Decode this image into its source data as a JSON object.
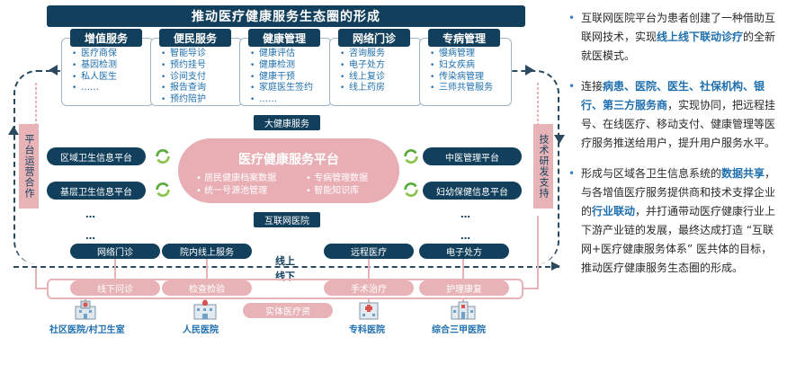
{
  "title": "推动医疗健康服务生态圈的形成",
  "service_groups": [
    {
      "header": "增值服务",
      "items": [
        "医疗商保",
        "基因检测",
        "私人医生",
        "……"
      ]
    },
    {
      "header": "便民服务",
      "items": [
        "智能导诊",
        "预约挂号",
        "诊间支付",
        "报告查询",
        "预约陪护"
      ]
    },
    {
      "header": "健康管理",
      "items": [
        "健康评估",
        "健康检测",
        "健康干预",
        "家庭医生签约",
        "……"
      ]
    },
    {
      "header": "网络门诊",
      "items": [
        "咨询服务",
        "电子处方",
        "线上复诊",
        "线上药房"
      ]
    },
    {
      "header": "专病管理",
      "items": [
        "慢病管理",
        "妇女疾病",
        "传染病管理",
        "三师共管服务"
      ]
    }
  ],
  "side_left": "平台运营合作",
  "side_right": "技术研发支持",
  "left_platforms": [
    "区域卫生信息平台",
    "基层卫生信息平台"
  ],
  "right_platforms": [
    "中医管理平台",
    "妇幼保健信息平台"
  ],
  "center": {
    "top_tag": "大健康服务",
    "title": "医疗健康服务平台",
    "items": [
      "居民健康档案数据",
      "专病管理数据",
      "统一号源池管理",
      "智能知识库"
    ],
    "bottom_tag": "互联网医院"
  },
  "ellipsis": "…",
  "online_services": [
    "网络门诊",
    "院内线上服务",
    "远程医疗",
    "电子处方"
  ],
  "online_label": "线上",
  "offline_label": "线下",
  "offline_services": [
    "线下问诊",
    "检查检验",
    "手术治疗",
    "护理康复"
  ],
  "real_resource": "实体医疗资",
  "hospitals": [
    "社区医院/村卫生室",
    "人民医院",
    "专科医院",
    "综合三甲医院"
  ],
  "bullets": [
    {
      "segments": [
        {
          "text": "互联网医院平台为患者创建了一种借助互联网技术，实现",
          "hl": false
        },
        {
          "text": "线上线下联动诊疗",
          "hl": true
        },
        {
          "text": "的全新就医模式。",
          "hl": false
        }
      ]
    },
    {
      "segments": [
        {
          "text": "连接",
          "hl": false
        },
        {
          "text": "病患、医院、医生、社保机构、银行、第三方服务商",
          "hl": true
        },
        {
          "text": "，实现协同，把远程挂号、在线医疗、移动支付、健康管理等医疗服务推送给用户，提升用户服务水平。",
          "hl": false
        }
      ]
    },
    {
      "segments": [
        {
          "text": "形成与区域各卫生信息系统的",
          "hl": false
        },
        {
          "text": "数据共享",
          "hl": true
        },
        {
          "text": "，与各增值医疗服务提供商和技术支撑企业的",
          "hl": false
        },
        {
          "text": "行业联动",
          "hl": true
        },
        {
          "text": "，并打通带动医疗健康行业上下游产业链的发展，最终达成打造 “互联网+医疗健康服务体系” 医共体的目标，推动医疗健康服务生态圈的形成。",
          "hl": false
        }
      ]
    }
  ]
}
